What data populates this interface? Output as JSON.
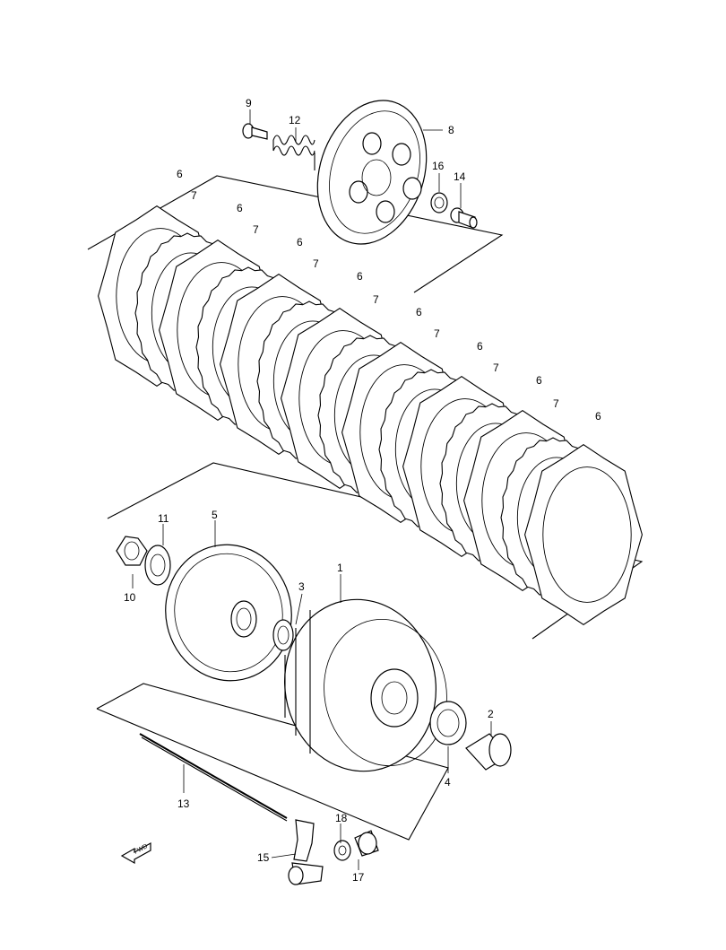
{
  "callouts": {
    "p1": "1",
    "p2": "2",
    "p3": "3",
    "p4": "4",
    "p5": "5",
    "p6": "6",
    "p7": "7",
    "p8": "8",
    "p9": "9",
    "p10": "10",
    "p11": "11",
    "p12": "12",
    "p13": "13",
    "p14": "14",
    "p15": "15",
    "p16": "16",
    "p17": "17",
    "p18": "18"
  },
  "fwd_arrow_text": "FWD"
}
